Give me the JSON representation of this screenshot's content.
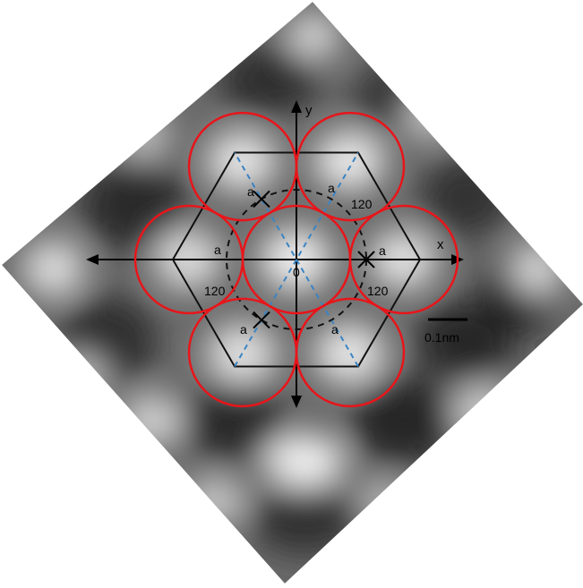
{
  "diagram": {
    "axis_x_label": "x",
    "axis_y_label": "y",
    "origin_label": "0",
    "lattice_label": "a",
    "angle_label": "120",
    "scale_bar_label": "0.1nm",
    "colors": {
      "circle": "#e8151a",
      "hexagon": "#111111",
      "diagonal": "#3a84c4",
      "dashed_circle": "#111111",
      "axis": "#000000",
      "background": "#ffffff"
    },
    "counts": {
      "outer_circles": 6,
      "angle_labels": 3,
      "lattice_labels": 6
    }
  }
}
